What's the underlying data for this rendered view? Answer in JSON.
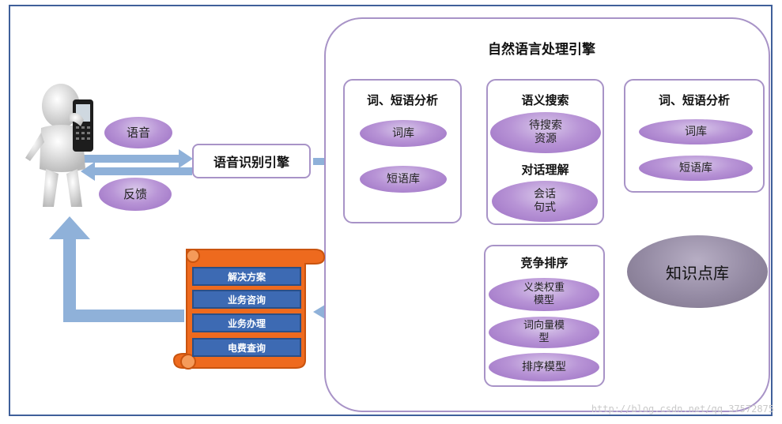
{
  "diagram": {
    "nlp_engine_title": "自然语言处理引擎",
    "speech_label": "语音",
    "feedback_label": "反馈",
    "speech_engine_label": "语音识别引擎",
    "left_analysis": {
      "title": "词、短语分析",
      "items": [
        "词库",
        "短语库"
      ]
    },
    "semantic_search": {
      "title": "语义搜索",
      "resource": "待搜索\n资源",
      "dialog_title": "对话理解",
      "sentence": "会话\n句式"
    },
    "right_analysis": {
      "title": "词、短语分析",
      "items": [
        "词库",
        "短语库"
      ]
    },
    "ranking": {
      "title": "竞争排序",
      "items": [
        "义类权重\n模型",
        "词向量模\n型",
        "排序模型"
      ]
    },
    "knowledge_base_label": "知识点库",
    "output_items": [
      "解决方案",
      "业务咨询",
      "业务办理",
      "电费查询"
    ],
    "watermark": "http://blog.csdn.net/qq_37572875"
  },
  "colors": {
    "arrow": "#8fb1d9",
    "panel_border": "#a893c7",
    "ellipse": "#b894d6",
    "scroll_orange": "#ee6a1e",
    "scroll_item": "#3d6ab3"
  }
}
